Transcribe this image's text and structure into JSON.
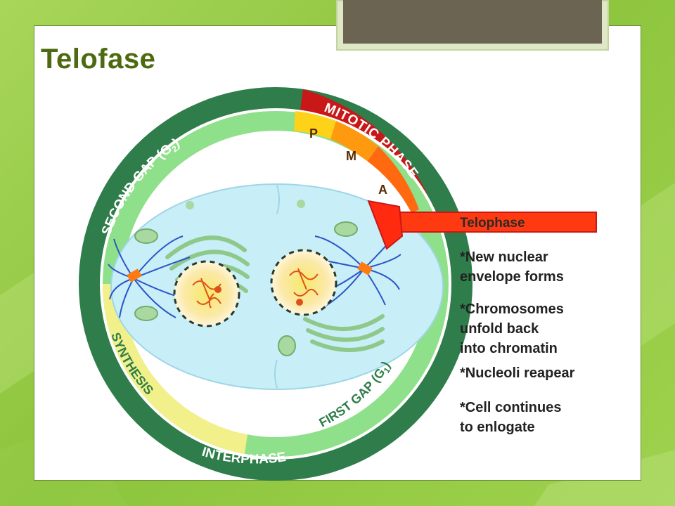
{
  "slide": {
    "title": "Telofase"
  },
  "diagram": {
    "ring_outer_top": "SECOND GAP (G",
    "ring_outer_top_sub": "2",
    "ring_outer_top_end": ")",
    "mitotic_label": "MITOTIC PHASE",
    "phase_p": "P",
    "phase_m": "M",
    "phase_a": "A",
    "synthesis_label": "SYNTHESIS",
    "first_gap_label": "FIRST GAP (G",
    "first_gap_sub": "1",
    "first_gap_end": ")",
    "interphase_label": "INTERPHASE",
    "arrow_label": "Telophase",
    "notes": [
      [
        "*New nuclear",
        "envelope forms"
      ],
      [
        "*Chromosomes",
        "unfold back",
        "into chromatin"
      ],
      [
        "*Nucleoli reapear"
      ],
      [
        "*Cell continues",
        "to enlogate"
      ]
    ]
  },
  "colors": {
    "outer_ring": "#2e7d4a",
    "inner_ring_green": "#8fe08a",
    "inner_ring_yellow": "#f2f08a",
    "mitotic_red": "#c81818",
    "prophase_yellow": "#ffd21a",
    "metaphase_orange": "#ff9a10",
    "anaphase_orange": "#ff6a10",
    "arrow_red": "#ff3a10",
    "cell_blue": "#c8eef8",
    "title_green": "#4d6a10"
  }
}
